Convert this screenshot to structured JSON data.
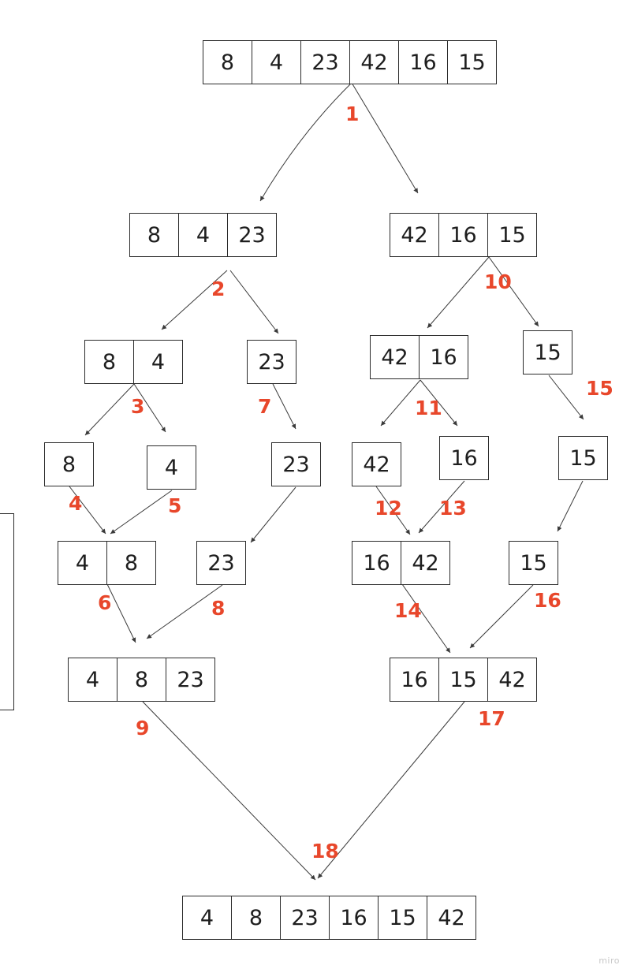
{
  "arrays": [
    {
      "id": "a0",
      "values": [
        "8",
        "4",
        "23",
        "42",
        "16",
        "15"
      ]
    },
    {
      "id": "a1",
      "values": [
        "8",
        "4",
        "23"
      ]
    },
    {
      "id": "a2",
      "values": [
        "42",
        "16",
        "15"
      ]
    },
    {
      "id": "a3",
      "values": [
        "8",
        "4"
      ]
    },
    {
      "id": "a4",
      "values": [
        "23"
      ]
    },
    {
      "id": "a5",
      "values": [
        "42",
        "16"
      ]
    },
    {
      "id": "a6",
      "values": [
        "15"
      ]
    },
    {
      "id": "a7",
      "values": [
        "8"
      ]
    },
    {
      "id": "a8",
      "values": [
        "4"
      ]
    },
    {
      "id": "a9",
      "values": [
        "23"
      ]
    },
    {
      "id": "a10",
      "values": [
        "42"
      ]
    },
    {
      "id": "a11",
      "values": [
        "16"
      ]
    },
    {
      "id": "a12",
      "values": [
        "15"
      ]
    },
    {
      "id": "a13",
      "values": [
        "4",
        "8"
      ]
    },
    {
      "id": "a14",
      "values": [
        "23"
      ]
    },
    {
      "id": "a15",
      "values": [
        "16",
        "42"
      ]
    },
    {
      "id": "a16",
      "values": [
        "15"
      ]
    },
    {
      "id": "a17",
      "values": [
        "4",
        "8",
        "23"
      ]
    },
    {
      "id": "a18",
      "values": [
        "16",
        "15",
        "42"
      ]
    },
    {
      "id": "a19",
      "values": [
        "4",
        "8",
        "23",
        "16",
        "15",
        "42"
      ]
    }
  ],
  "steps": [
    "1",
    "2",
    "3",
    "4",
    "5",
    "6",
    "7",
    "8",
    "9",
    "10",
    "11",
    "12",
    "13",
    "14",
    "15",
    "16",
    "17",
    "18"
  ],
  "watermark": "miro",
  "colors": {
    "step": "#e8472b",
    "line": "#3a3a3a",
    "border": "#2b2b2b"
  }
}
